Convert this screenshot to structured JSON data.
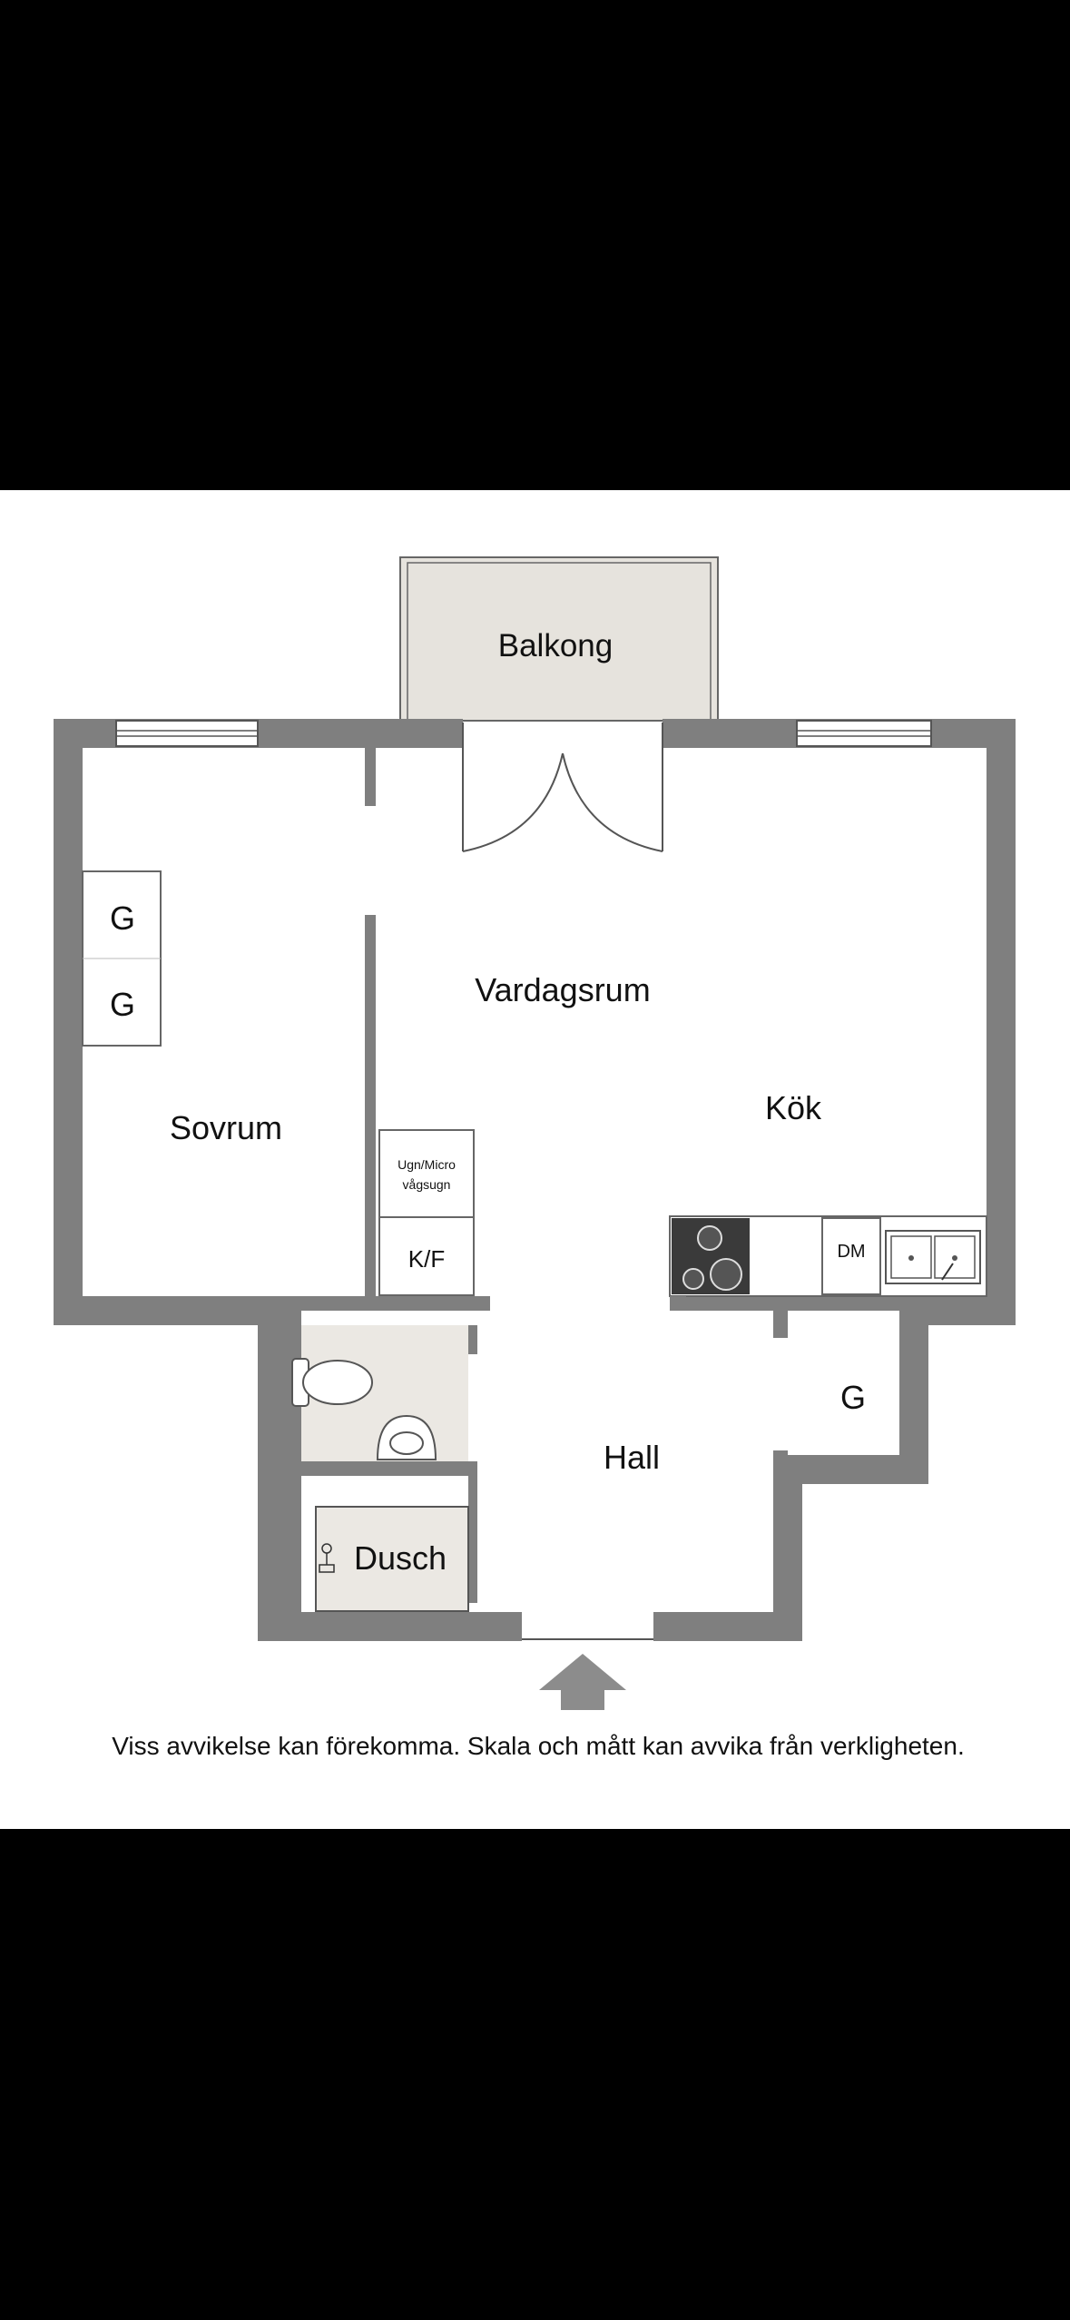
{
  "rooms": {
    "balcony": "Balkong",
    "living_room": "Vardagsrum",
    "bedroom": "Sovrum",
    "kitchen": "Kök",
    "hall": "Hall",
    "shower": "Dusch"
  },
  "fixtures": {
    "wardrobe_1": "G",
    "wardrobe_2": "G",
    "hall_wardrobe": "G",
    "oven_line1": "Ugn/Micro",
    "oven_line2": "vågsugn",
    "fridge_freezer": "K/F",
    "dishwasher": "DM"
  },
  "disclaimer": "Viss avvikelse kan förekomma. Skala och mått kan avvika från verkligheten.",
  "colors": {
    "background": "#000000",
    "paper": "#ffffff",
    "wall": "#7f7f7f",
    "wet_room_floor": "#ebe8e3",
    "balcony_floor": "#e6e3dd",
    "stove": "#3a3a3a",
    "entrance_arrow": "#8c8c8c"
  }
}
